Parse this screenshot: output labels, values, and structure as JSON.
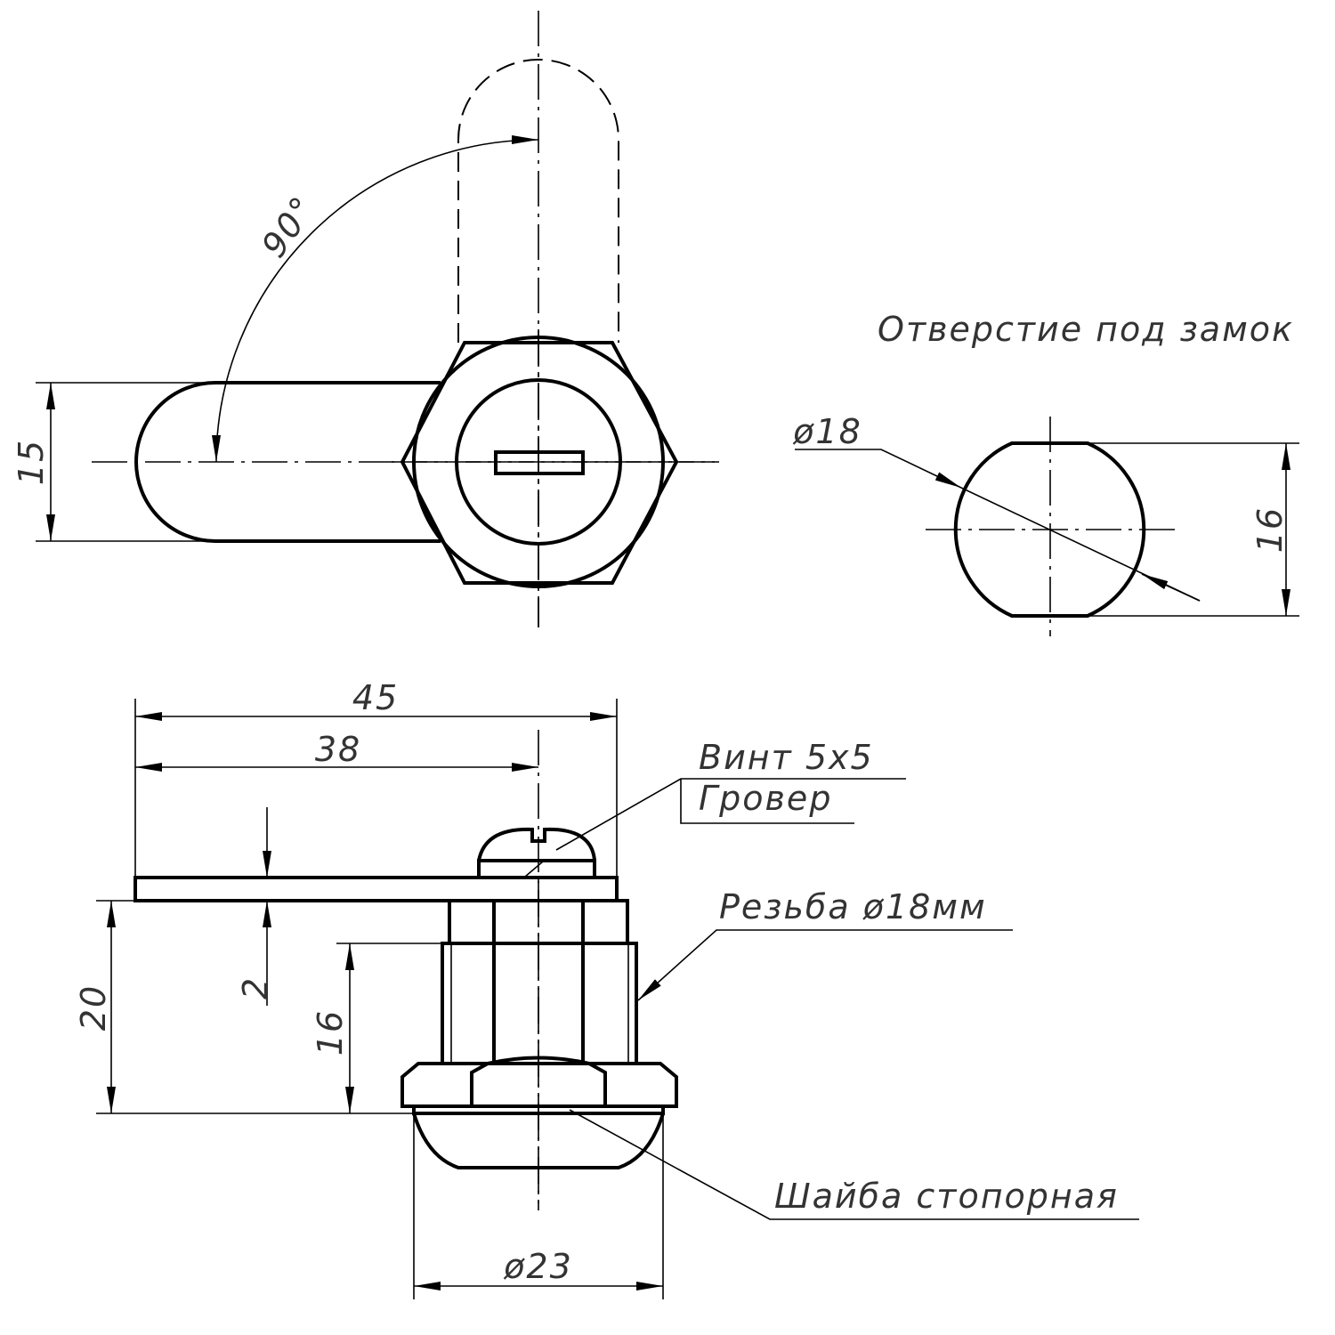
{
  "title": "Отверстие под замок",
  "dims": {
    "angle": "90°",
    "cam_width": "15",
    "hole_diameter": "ø18",
    "hole_flat": "16",
    "length_total": "45",
    "length_axis": "38",
    "plate_thickness": "2",
    "body_height": "20",
    "thread_length": "16",
    "nut_diameter": "ø23"
  },
  "labels": {
    "screw": "Винт 5х5",
    "lock_washer": "Гровер",
    "thread": "Резьба ø18мм",
    "stop_washer": "Шайба стопорная"
  }
}
